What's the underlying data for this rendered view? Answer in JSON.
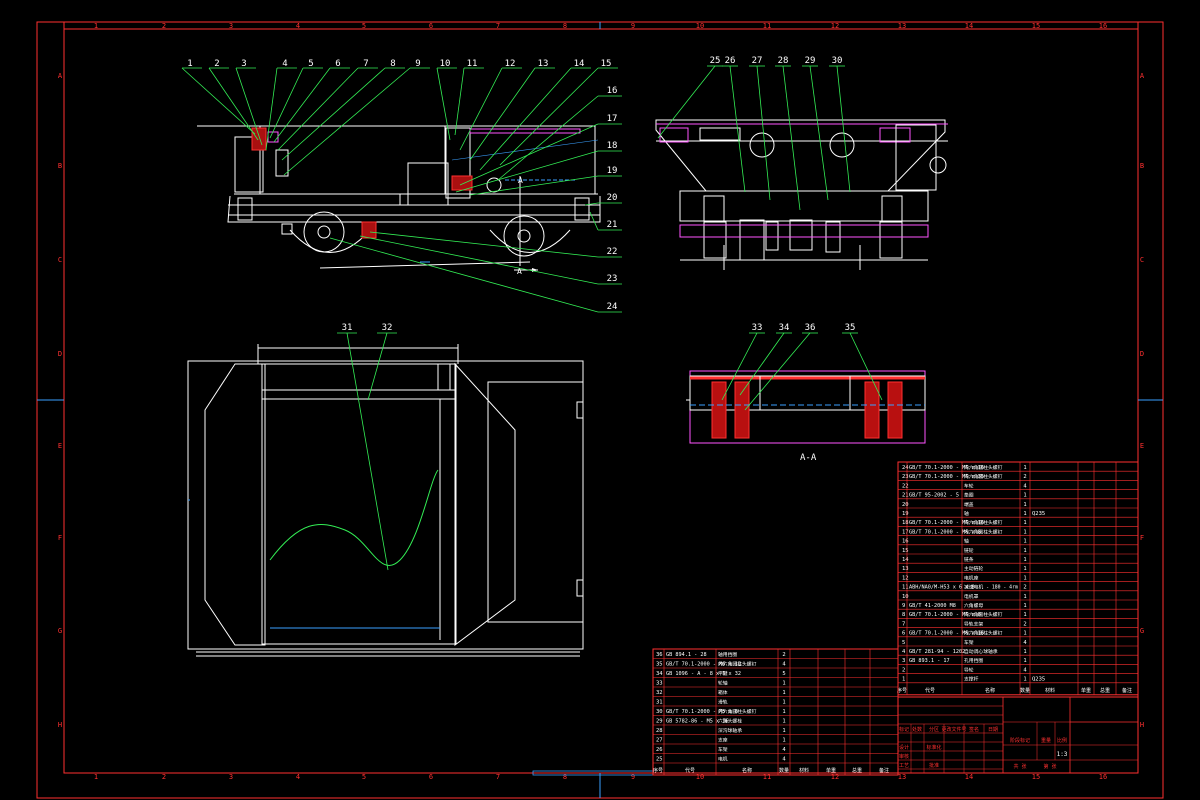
{
  "drawing": {
    "colors": {
      "background": "#000000",
      "frame": "#ff3030",
      "geometry": "#ffffff",
      "leader": "#33ee55",
      "dimension": "#3aa0ff",
      "hidden_lines": "#ff55ff",
      "hatch": "#ff2020",
      "table_text": "#ffffff"
    },
    "zone_columns": [
      "1",
      "2",
      "3",
      "4",
      "5",
      "6",
      "7",
      "8",
      "9",
      "10",
      "11",
      "12",
      "13",
      "14",
      "15",
      "16"
    ],
    "zone_rows": [
      "A",
      "B",
      "C",
      "D",
      "E",
      "F",
      "G",
      "H"
    ],
    "section_mark": "A",
    "section_label": "A-A",
    "balloons_side_top": [
      "1",
      "2",
      "3",
      "4",
      "5",
      "6",
      "7",
      "8",
      "9",
      "10",
      "11",
      "12",
      "13",
      "14",
      "15"
    ],
    "balloons_side_right": [
      "16",
      "17",
      "18",
      "19",
      "20",
      "21",
      "22",
      "23",
      "24"
    ],
    "balloons_end_view": [
      "25",
      "26",
      "27",
      "28",
      "29",
      "30"
    ],
    "balloons_plan_view": [
      "31",
      "32"
    ],
    "balloons_section": [
      "33",
      "34",
      "36",
      "35"
    ]
  },
  "bom_right": {
    "rows": [
      {
        "no": "24",
        "code": "GB/T 70.1-2000 - M6 x 16",
        "name": "内六角圆柱头螺钉",
        "qty": "1",
        "mat": ""
      },
      {
        "no": "23",
        "code": "GB/T 70.1-2000 - M6 x 35",
        "name": "内六角圆柱头螺钉",
        "qty": "2",
        "mat": ""
      },
      {
        "no": "22",
        "code": "",
        "name": "车轮",
        "qty": "4",
        "mat": ""
      },
      {
        "no": "21",
        "code": "GB/T 95-2002 - 5",
        "name": "垫圈",
        "qty": "1",
        "mat": ""
      },
      {
        "no": "20",
        "code": "",
        "name": "端盖",
        "qty": "1",
        "mat": ""
      },
      {
        "no": "19",
        "code": "",
        "name": "轴",
        "qty": "1",
        "mat": "Q235"
      },
      {
        "no": "18",
        "code": "GB/T 70.1-2000 - M6 x 16",
        "name": "内六角圆柱头螺钉",
        "qty": "1",
        "mat": ""
      },
      {
        "no": "17",
        "code": "GB/T 70.1-2000 - M6 x 8",
        "name": "内六角圆柱头螺钉",
        "qty": "1",
        "mat": ""
      },
      {
        "no": "16",
        "code": "",
        "name": "轴",
        "qty": "1",
        "mat": ""
      },
      {
        "no": "15",
        "code": "",
        "name": "链轮",
        "qty": "1",
        "mat": ""
      },
      {
        "no": "14",
        "code": "",
        "name": "链条",
        "qty": "1",
        "mat": ""
      },
      {
        "no": "13",
        "code": "",
        "name": "主动链轮",
        "qty": "1",
        "mat": ""
      },
      {
        "no": "12",
        "code": "",
        "name": "电机座",
        "qty": "1",
        "mat": ""
      },
      {
        "no": "11",
        "code": "ABH/NA0/M-H53 x 6 x 8",
        "name": "减速电机 - 180 - 4rm",
        "qty": "2",
        "mat": ""
      },
      {
        "no": "10",
        "code": "",
        "name": "电机罩",
        "qty": "1",
        "mat": ""
      },
      {
        "no": "9",
        "code": "GB/T 41-2000 M8",
        "name": "六角螺母",
        "qty": "1",
        "mat": ""
      },
      {
        "no": "8",
        "code": "GB/T 70.1-2000 - M6 x 8",
        "name": "内六角圆柱头螺钉",
        "qty": "1",
        "mat": ""
      },
      {
        "no": "7",
        "code": "",
        "name": "导轨支架",
        "qty": "2",
        "mat": ""
      },
      {
        "no": "6",
        "code": "GB/T 70.1-2000 - M6 x 16",
        "name": "内六角圆柱头螺钉",
        "qty": "1",
        "mat": ""
      },
      {
        "no": "5",
        "code": "",
        "name": "车架",
        "qty": "4",
        "mat": ""
      },
      {
        "no": "4",
        "code": "GB/T 281-94 - 1202",
        "name": "自动调心球轴承",
        "qty": "1",
        "mat": ""
      },
      {
        "no": "3",
        "code": "GB 893.1 - 17",
        "name": "孔用挡圈",
        "qty": "1",
        "mat": ""
      },
      {
        "no": "2",
        "code": "",
        "name": "导轮",
        "qty": "4",
        "mat": ""
      },
      {
        "no": "1",
        "code": "",
        "name": "支撑杆",
        "qty": "1",
        "mat": "Q235"
      }
    ],
    "header": {
      "no": "序号",
      "code": "代号",
      "name": "名称",
      "qty": "数量",
      "mat": "材料",
      "unit_wt": "单重",
      "total_wt": "总重",
      "note": "备注"
    }
  },
  "bom_left": {
    "rows": [
      {
        "no": "36",
        "code": "GB 894.1 - 28",
        "name": "轴用挡圈",
        "qty": "2"
      },
      {
        "no": "35",
        "code": "GB/T 70.1-2000 - M6 x 12",
        "name": "内六角圆柱头螺钉",
        "qty": "4"
      },
      {
        "no": "34",
        "code": "GB 1096 - A - 8 x 5 x 32",
        "name": "平键",
        "qty": "5"
      },
      {
        "no": "33",
        "code": "",
        "name": "轮轴",
        "qty": "1"
      },
      {
        "no": "32",
        "code": "",
        "name": "箱体",
        "qty": "1"
      },
      {
        "no": "31",
        "code": "",
        "name": "滑轨",
        "qty": "1"
      },
      {
        "no": "30",
        "code": "GB/T 70.1-2000 - M5 x 8",
        "name": "内六角圆柱头螺钉",
        "qty": "1"
      },
      {
        "no": "29",
        "code": "GB 5782-86 - M5 x 16",
        "name": "六角头螺栓",
        "qty": "1"
      },
      {
        "no": "28",
        "code": "",
        "name": "深沟球轴承",
        "qty": "1"
      },
      {
        "no": "27",
        "code": "",
        "name": "支座",
        "qty": "1"
      },
      {
        "no": "26",
        "code": "",
        "name": "车架",
        "qty": "4"
      },
      {
        "no": "25",
        "code": "",
        "name": "电机",
        "qty": "4"
      }
    ],
    "footer": [
      "序号",
      "代号",
      "名称",
      "数量",
      "材料",
      "单重",
      "总重",
      "备注"
    ]
  },
  "title_block": {
    "labels": [
      "标记",
      "处数",
      "分区",
      "更改文件号",
      "签名",
      "日期",
      "设计",
      "标准化",
      "阶段标记",
      "重量",
      "比例",
      "审核",
      "工艺",
      "批准",
      "共 张",
      "第 张"
    ],
    "scale": "1:3"
  }
}
